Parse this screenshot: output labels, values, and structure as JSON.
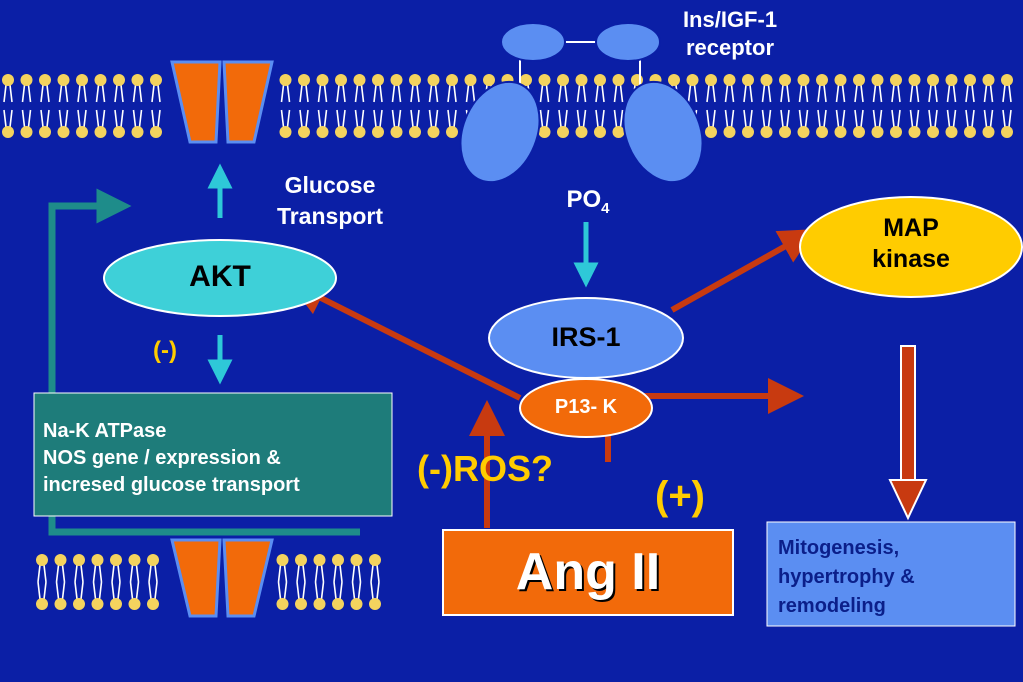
{
  "labels": {
    "receptor_line1": "Ins/IGF-1",
    "receptor_line2": "receptor",
    "glucose_line1": "Glucose",
    "glucose_line2": "Transport",
    "po4_base": "PO",
    "po4_sub": "4",
    "akt": "AKT",
    "irs1": "IRS-1",
    "pi3k": "P13- K",
    "map_line1": "MAP",
    "map_line2": "kinase",
    "neg": "(-)",
    "ros": "(-)ROS?",
    "plus": "(+)",
    "ang": "Ang II",
    "box_line1": "Na-K ATPase",
    "box_line2": "NOS gene / expression &",
    "box_line3": "incresed glucose transport",
    "mito_line1": "Mitogenesis,",
    "mito_line2": "hypertrophy &",
    "mito_line3": "remodeling"
  },
  "colors": {
    "background": "#0b1fa6",
    "receptor": "#5b8ef2",
    "lipid": "#f4d35e",
    "channel": "#f26a0a",
    "akt": "#3ed0d8",
    "irs": "#5b8ef2",
    "pi3k": "#f26a0a",
    "map": "#ffcc00",
    "arrow_red": "#c83a10",
    "arrow_cyan": "#2ec8d8",
    "box_teal": "#1e7c7a",
    "ang_box": "#f26a0a",
    "mito_box": "#5b8ef2"
  }
}
